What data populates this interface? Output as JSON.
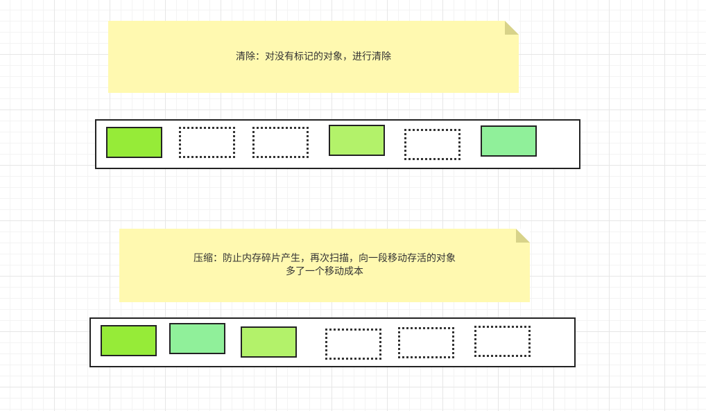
{
  "notes": [
    {
      "id": "note1",
      "text": "清除：对没有标记的对象，进行清除"
    },
    {
      "id": "note2",
      "text": "压缩：防止内存碎片产生，再次扫描，向一段移动存活的对象\n多了一个移动成本"
    }
  ],
  "heaps": [
    {
      "id": "heap1",
      "blocks": [
        {
          "state": "live",
          "color": "#96eb38"
        },
        {
          "state": "empty"
        },
        {
          "state": "empty"
        },
        {
          "state": "live",
          "color": "#b3f26a"
        },
        {
          "state": "empty"
        },
        {
          "state": "live",
          "color": "#90f09a"
        }
      ]
    },
    {
      "id": "heap2",
      "blocks": [
        {
          "state": "live",
          "color": "#96eb38"
        },
        {
          "state": "live",
          "color": "#90f09a"
        },
        {
          "state": "live",
          "color": "#b3f26a"
        },
        {
          "state": "empty"
        },
        {
          "state": "empty"
        },
        {
          "state": "empty"
        }
      ]
    }
  ],
  "colors": {
    "note_background": "#fff9b0",
    "note_fold": "#d8d389"
  }
}
